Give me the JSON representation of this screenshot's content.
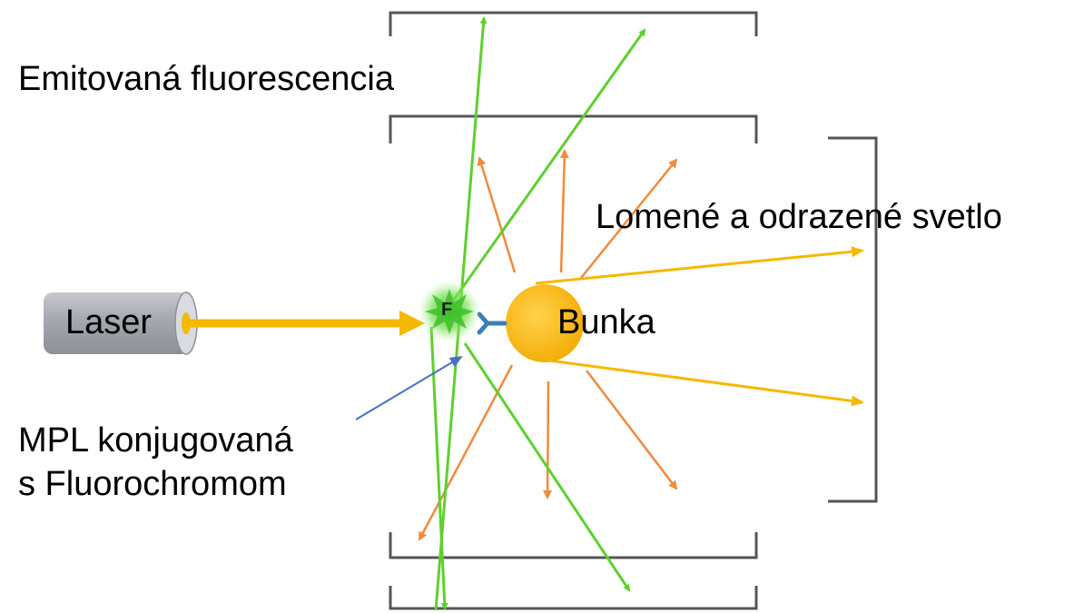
{
  "labels": {
    "emitted": "Emitovaná fluorescencia",
    "scattered": "Lomené a odrazené svetlo",
    "laser": "Laser",
    "cell": "Bunka",
    "mpl_line1": "MPL konjugovaná",
    "mpl_line2": "s Fluorochromom",
    "fluorochrome": "F"
  },
  "colors": {
    "laser_beam": "#f5b800",
    "green_rays": "#5fcf2f",
    "orange_rays": "#f08a3c",
    "scattered_rays": "#f5b800",
    "brackets": "#555555",
    "pointer_arrow": "#4472c4",
    "cell": "#f5b400",
    "antibody": "#3a7fb4",
    "laser_body": "#a9acb3"
  }
}
